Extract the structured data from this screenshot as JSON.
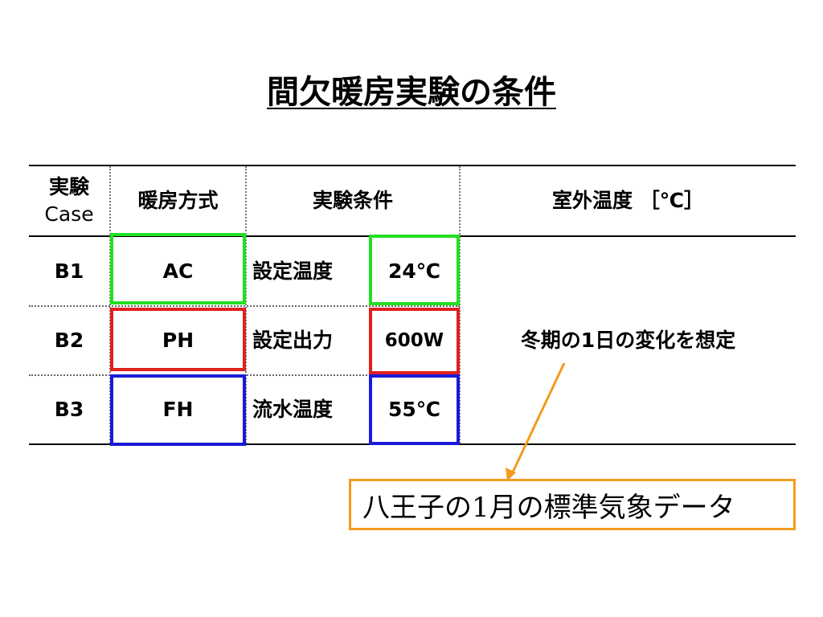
{
  "title": "間欠暖房実験の条件",
  "table": {
    "headers": {
      "case_line1": "実験",
      "case_line2": "Case",
      "method": "暖房方式",
      "condition": "実験条件",
      "outdoor_temp": "室外温度 ［℃］"
    },
    "rows": [
      {
        "case": "B1",
        "method": "AC",
        "condition_label": "設定温度",
        "condition_value": "24℃"
      },
      {
        "case": "B2",
        "method": "PH",
        "condition_label": "設定出力",
        "condition_value": "600W"
      },
      {
        "case": "B3",
        "method": "FH",
        "condition_label": "流水温度",
        "condition_value": "55℃"
      }
    ],
    "outdoor_note": "冬期の1日の変化を想定"
  },
  "callout": "八王子の1月の標準気象データ",
  "colors": {
    "green": "#22e022",
    "red": "#e02020",
    "blue": "#1a1ad8",
    "orange": "#f39a1e"
  }
}
